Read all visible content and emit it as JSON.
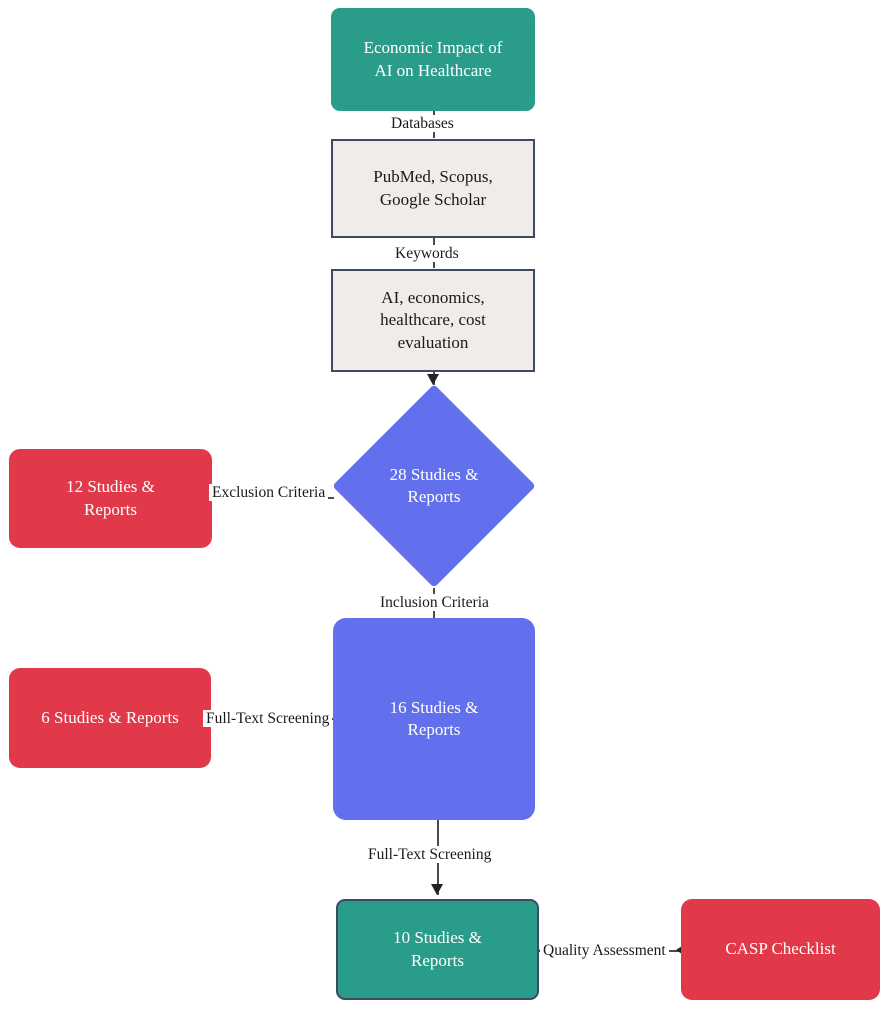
{
  "diagram": {
    "title": "PRISMA-style study selection flowchart",
    "colors": {
      "teal": "#2a9d8a",
      "blue": "#6270ee",
      "red": "#e2394a",
      "process_fill": "#efecea",
      "border_navy": "#3d4a63",
      "line": "#4a4a4a",
      "background": "#ffffff"
    },
    "nodes": [
      {
        "id": "topic",
        "label": "Economic Impact of\nAI on Healthcare",
        "shape": "rounded-rectangle",
        "style": "teal-plain"
      },
      {
        "id": "databases",
        "label": "PubMed, Scopus,\nGoogle Scholar",
        "shape": "rectangle",
        "style": "process"
      },
      {
        "id": "keywords",
        "label": "AI, economics,\nhealthcare, cost\nevaluation",
        "shape": "rectangle",
        "style": "process"
      },
      {
        "id": "identified",
        "label": "28 Studies &\nReports",
        "shape": "diamond",
        "style": "blue"
      },
      {
        "id": "excluded-12",
        "label": "12 Studies &\nReports",
        "shape": "rounded-rectangle",
        "style": "red"
      },
      {
        "id": "screened",
        "label": "16 Studies &\nReports",
        "shape": "rounded-square",
        "style": "blue"
      },
      {
        "id": "excluded-6",
        "label": "6 Studies & Reports",
        "shape": "rounded-rectangle",
        "style": "red"
      },
      {
        "id": "included",
        "label": "10 Studies &\nReports",
        "shape": "rounded-rectangle",
        "style": "teal-bordered"
      },
      {
        "id": "casp",
        "label": "CASP Checklist",
        "shape": "rounded-rectangle",
        "style": "red"
      }
    ],
    "edge_labels": [
      {
        "id": "databases-edge",
        "label": "Databases"
      },
      {
        "id": "keywords-edge",
        "label": "Keywords"
      },
      {
        "id": "exclusion-edge",
        "label": "Exclusion Criteria"
      },
      {
        "id": "inclusion-edge",
        "label": "Inclusion Criteria"
      },
      {
        "id": "fulltext-left-edge",
        "label": "Full-Text Screening"
      },
      {
        "id": "fulltext-down-edge",
        "label": "Full-Text Screening"
      },
      {
        "id": "quality-edge",
        "label": "Quality Assessment"
      }
    ]
  }
}
